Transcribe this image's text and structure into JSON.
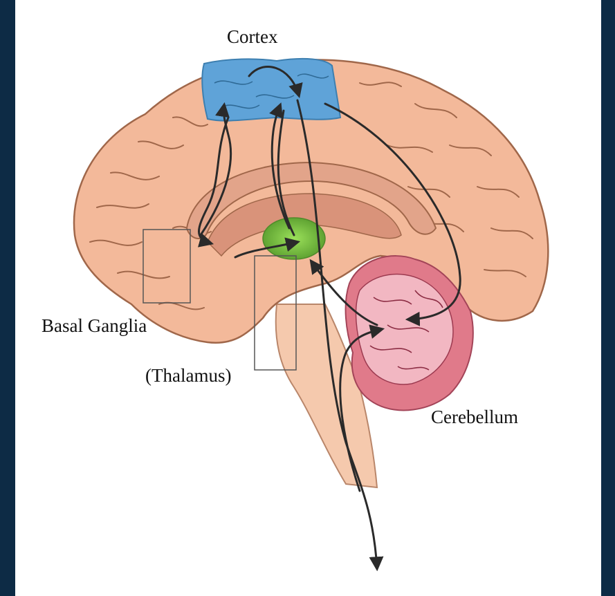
{
  "labels": {
    "cortex": "Cortex",
    "basal_ganglia": "Basal Ganglia",
    "thalamus": "(Thalamus)",
    "cerebellum": "Cerebellum"
  },
  "colors": {
    "frame": "#0d2b45",
    "background": "#ffffff",
    "brain": "#f3b99a",
    "cortex_region": "#5fa3d8",
    "thalamus_region": "#7cc242",
    "cerebellum_region": "#e07a8a",
    "arrows": "#2a2a2a"
  }
}
